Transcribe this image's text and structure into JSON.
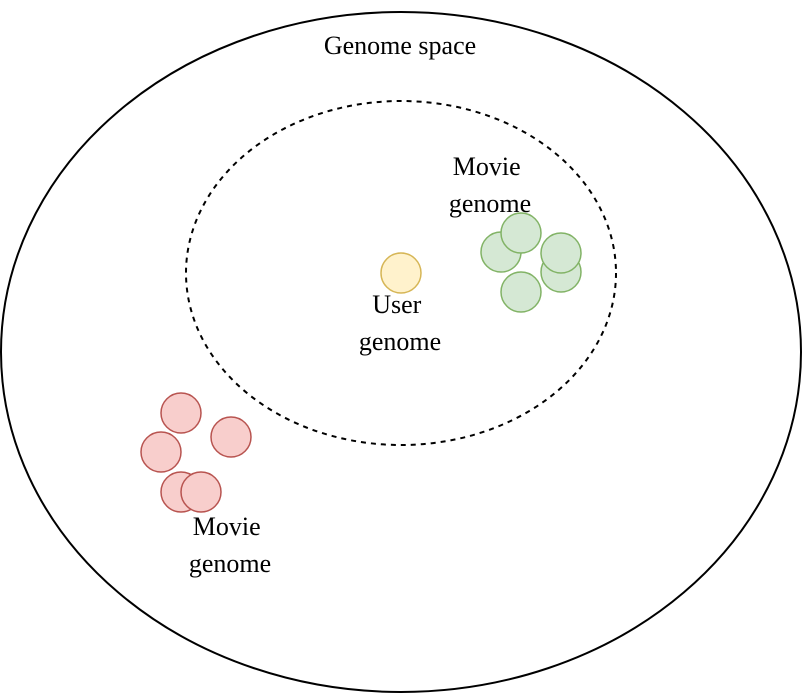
{
  "labels": {
    "genome_space": "Genome space",
    "user_genome_line1": "User",
    "user_genome_line2": "genome",
    "movie_genome_near_line1": "Movie",
    "movie_genome_near_line2": "genome",
    "movie_genome_far_line1": "Movie",
    "movie_genome_far_line2": "genome"
  },
  "colors": {
    "outline": "#000000",
    "user_fill": "#fff2cc",
    "user_stroke": "#d6b656",
    "near_movie_fill": "#d5e8d4",
    "near_movie_stroke": "#82b366",
    "far_movie_fill": "#f8cecc",
    "far_movie_stroke": "#b85450"
  }
}
